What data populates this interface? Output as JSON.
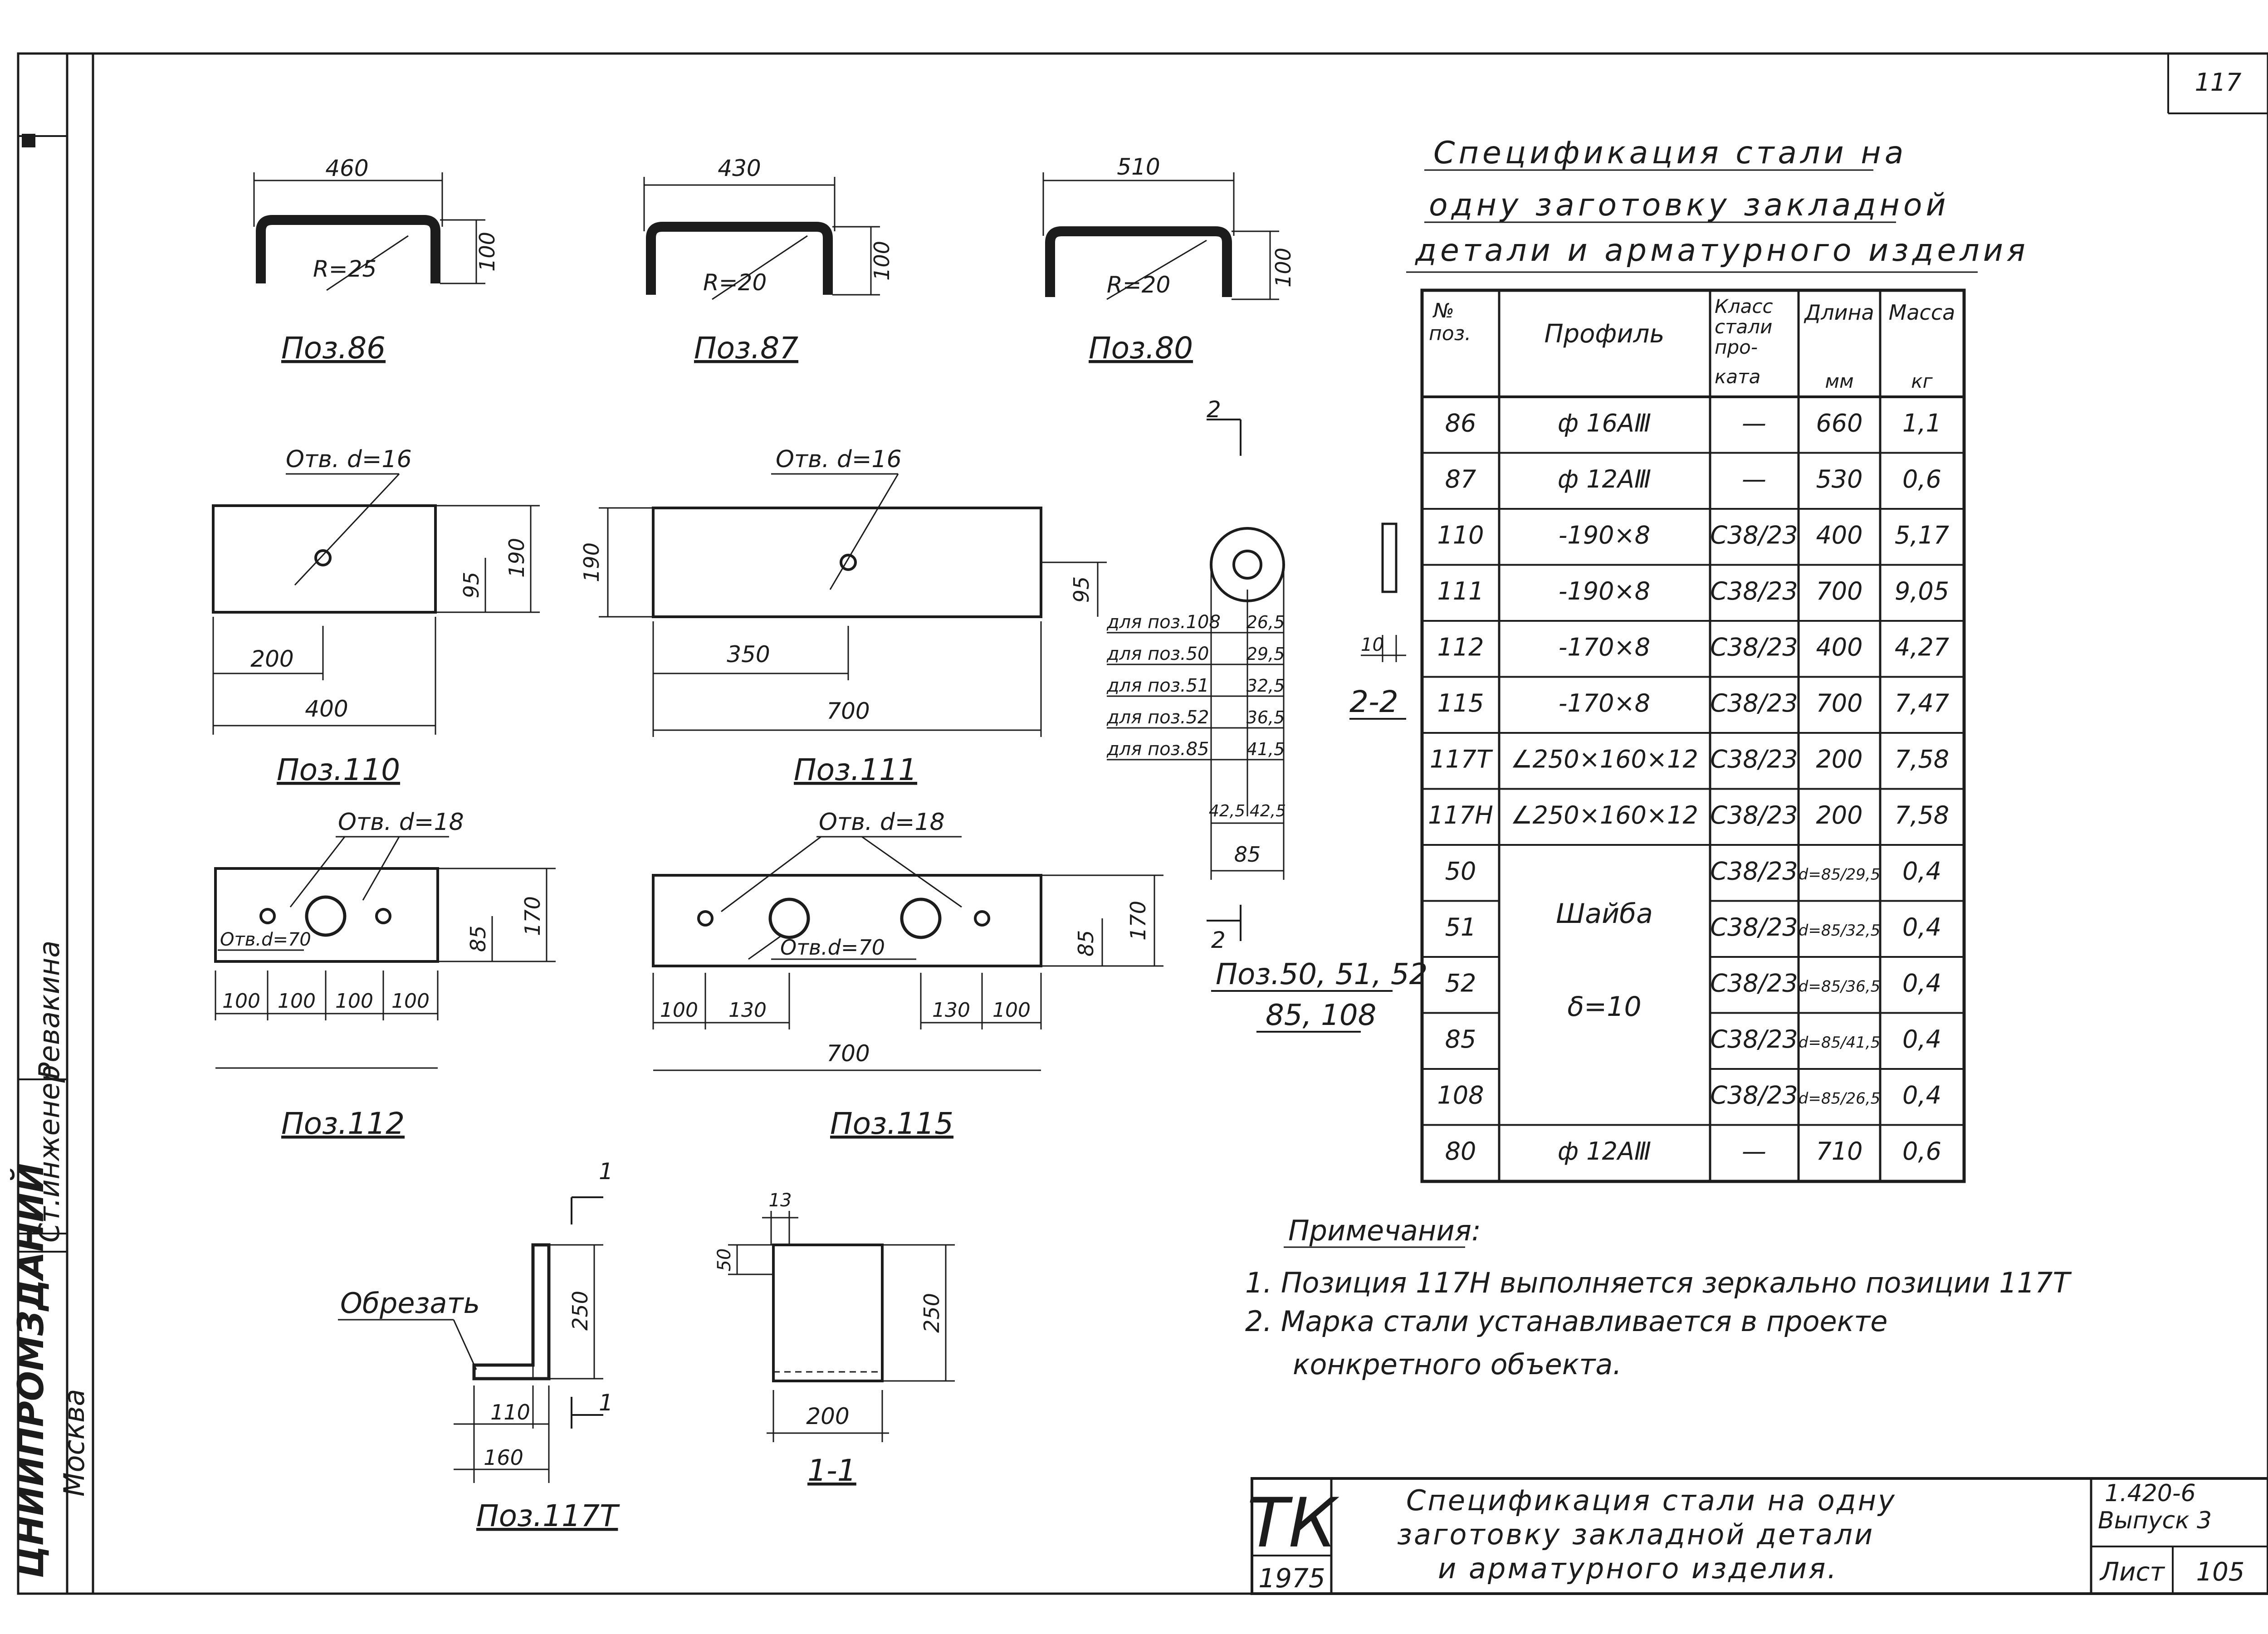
{
  "sheet_number": "117",
  "spec_title": [
    "Спецификация стали на",
    "одну заготовку закладной",
    "детали и арматурного изделия"
  ],
  "table": {
    "headers": {
      "pos": [
        "№",
        "поз."
      ],
      "profile": "Профиль",
      "steel_class": [
        "Класс",
        "стали",
        "про-",
        "ката"
      ],
      "length": "Длина",
      "length_unit": "мм",
      "mass": "Масса",
      "mass_unit": "кг"
    },
    "rows": [
      {
        "pos": "86",
        "profile": "ф 16АⅢ",
        "steel": "—",
        "length": "660",
        "mass": "1,1"
      },
      {
        "pos": "87",
        "profile": "ф 12АⅢ",
        "steel": "—",
        "length": "530",
        "mass": "0,6"
      },
      {
        "pos": "110",
        "profile": "-190×8",
        "steel": "С38/23",
        "length": "400",
        "mass": "5,17"
      },
      {
        "pos": "111",
        "profile": "-190×8",
        "steel": "С38/23",
        "length": "700",
        "mass": "9,05"
      },
      {
        "pos": "112",
        "profile": "-170×8",
        "steel": "С38/23",
        "length": "400",
        "mass": "4,27"
      },
      {
        "pos": "115",
        "profile": "-170×8",
        "steel": "С38/23",
        "length": "700",
        "mass": "7,47"
      },
      {
        "pos": "117Т",
        "profile": "∠250×160×12",
        "steel": "С38/23",
        "length": "200",
        "mass": "7,58"
      },
      {
        "pos": "117Н",
        "profile": "∠250×160×12",
        "steel": "С38/23",
        "length": "200",
        "mass": "7,58"
      },
      {
        "pos": "50",
        "steel": "С38/23",
        "length": "d=85/29,5",
        "mass": "0,4"
      },
      {
        "pos": "51",
        "steel": "С38/23",
        "length": "d=85/32,5",
        "mass": "0,4"
      },
      {
        "pos": "52",
        "steel": "С38/23",
        "length": "d=85/36,5",
        "mass": "0,4"
      },
      {
        "pos": "85",
        "steel": "С38/23",
        "length": "d=85/41,5",
        "mass": "0,4"
      },
      {
        "pos": "108",
        "steel": "С38/23",
        "length": "d=85/26,5",
        "mass": "0,4"
      },
      {
        "pos": "80",
        "profile": "ф 12АⅢ",
        "steel": "—",
        "length": "710",
        "mass": "0,6"
      }
    ],
    "washer_label": "Шайба",
    "washer_thickness": "δ=10"
  },
  "notes": {
    "heading": "Примечания:",
    "items": [
      "1. Позиция 117Н выполняется зеркально позиции 117Т",
      "2. Марка стали устанавливается в проекте",
      "конкретного объекта."
    ]
  },
  "title_block": {
    "org": "ТК",
    "year": "1975",
    "title": [
      "Спецификация стали на одну",
      "заготовку закладной детали",
      "и арматурного изделия."
    ],
    "doc_code": "1.420-6",
    "issue": "Выпуск 3",
    "sheet_label": "Лист",
    "sheet": "105"
  },
  "side_stamp": {
    "institute": "ЦНИИПРОМЗДАНИЙ",
    "city": "Москва",
    "role": "Ст.инженер",
    "name": "Ревакина"
  },
  "labels": {
    "pos86": "Поз.86",
    "pos87": "Поз.87",
    "pos80": "Поз.80",
    "pos110": "Поз.110",
    "pos111": "Поз.111",
    "pos112": "Поз.112",
    "pos115": "Поз.115",
    "pos117": "Поз.117Т",
    "washer_pos_a": "Поз.50, 51, 52",
    "washer_pos_b": "85, 108",
    "section11": "1-1",
    "section22": "2-2",
    "cut": "Обрезать",
    "hole16": "Отв. d=16",
    "hole18": "Отв. d=18",
    "hole70": "Отв.d=70",
    "for108": "для поз.108",
    "for50": "для поз.50",
    "for51": "для поз.51",
    "for52": "для поз.52",
    "for85": "для поз.85"
  },
  "dims": {
    "d460": "460",
    "d430": "430",
    "d510": "510",
    "d100": "100",
    "r25": "R=25",
    "r20": "R=20",
    "d200": "200",
    "d400": "400",
    "d95": "95",
    "d190": "190",
    "d350": "350",
    "d700": "700",
    "d85": "85",
    "d170": "170",
    "d130": "130",
    "d10": "10",
    "d425": "42,5",
    "w265": "26,5",
    "w295": "29,5",
    "w325": "32,5",
    "w365": "36,5",
    "w415": "41,5",
    "d13": "13",
    "d50": "50",
    "d250": "250",
    "d110": "110",
    "d160": "160",
    "mark1": "1",
    "mark2": "2"
  }
}
